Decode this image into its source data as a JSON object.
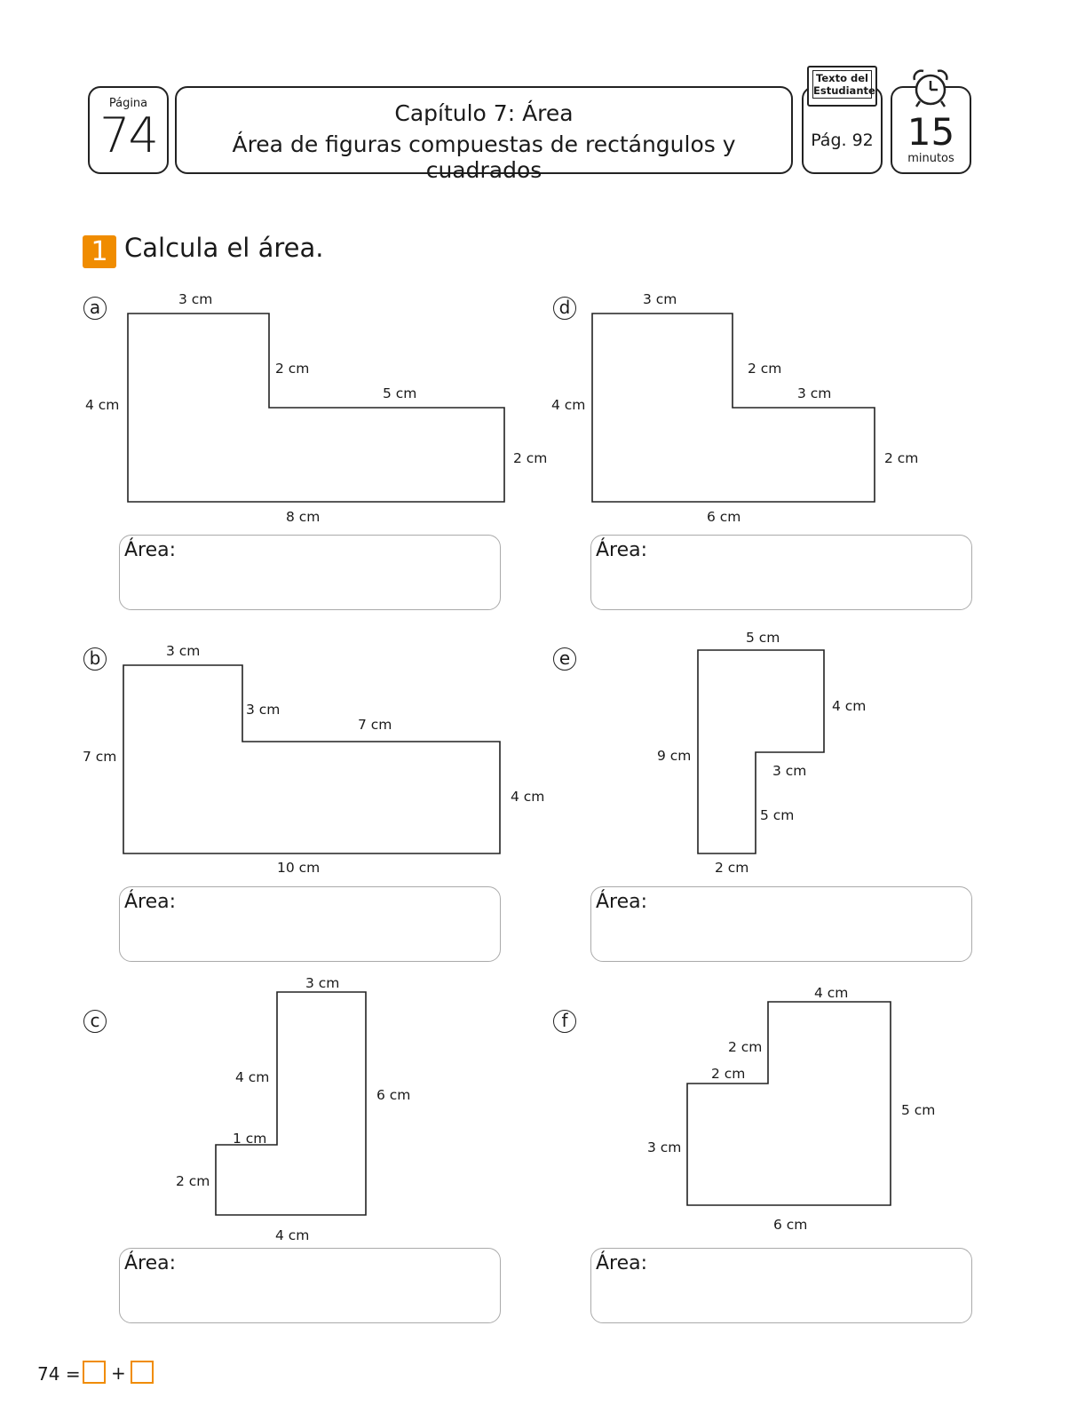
{
  "header": {
    "page_label": "Página",
    "page_number": "74",
    "chapter_title": "Capítulo 7: Área",
    "lesson_title": "Área de figuras compuestas de rectángulos y cuadrados",
    "book_label_1": "Texto del",
    "book_label_2": "Estudiante",
    "book_page": "Pág. 92",
    "time_value": "15",
    "time_unit": "minutos"
  },
  "question": {
    "number": "1",
    "text": "Calcula el área."
  },
  "area_label": "Área:",
  "exercises": {
    "a": {
      "letter": "a",
      "dims": [
        "3 cm",
        "2 cm",
        "5 cm",
        "4 cm",
        "2 cm",
        "8 cm"
      ]
    },
    "b": {
      "letter": "b",
      "dims": [
        "3 cm",
        "3 cm",
        "7 cm",
        "7 cm",
        "4 cm",
        "10 cm"
      ]
    },
    "c": {
      "letter": "c",
      "dims": [
        "3 cm",
        "4 cm",
        "6 cm",
        "1 cm",
        "2 cm",
        "4 cm"
      ]
    },
    "d": {
      "letter": "d",
      "dims": [
        "3 cm",
        "2 cm",
        "3 cm",
        "4 cm",
        "2 cm",
        "6 cm"
      ]
    },
    "e": {
      "letter": "e",
      "dims": [
        "5 cm",
        "4 cm",
        "9 cm",
        "3 cm",
        "5 cm",
        "2 cm"
      ]
    },
    "f": {
      "letter": "f",
      "dims": [
        "4 cm",
        "2 cm",
        "2 cm",
        "5 cm",
        "3 cm",
        "6 cm"
      ]
    }
  },
  "footer": {
    "number": "74",
    "equals": "=",
    "plus": "+"
  }
}
